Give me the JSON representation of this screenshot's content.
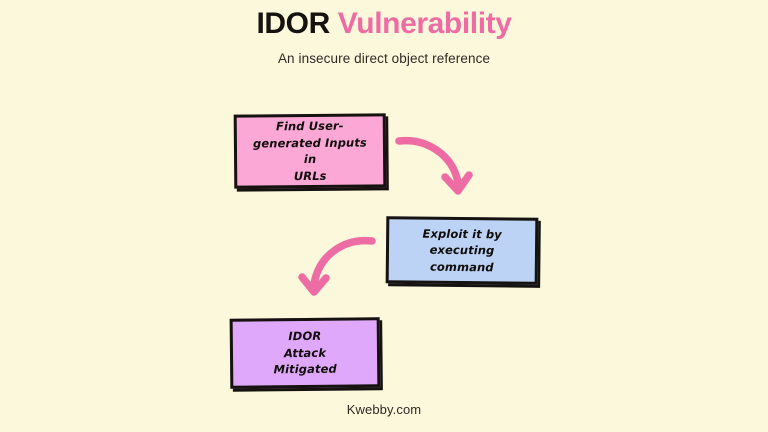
{
  "colors": {
    "background": "#FCF8DC",
    "title_accent": "#EE6CA4",
    "title_dark": "#15120F",
    "arrow": "#EE6CA4",
    "outline": "#15120F",
    "box_find": "#FBA8D6",
    "box_exploit": "#BDD3F5",
    "box_mitigated": "#E0A8FB"
  },
  "header": {
    "title_part_one": "IDOR",
    "title_part_two": "Vulnerability",
    "subtitle": "An insecure direct object reference"
  },
  "flow": {
    "steps": [
      {
        "id": "find-inputs",
        "text": "Find User-\ngenerated Inputs in\nURLs",
        "color": "#FBA8D6"
      },
      {
        "id": "exploit",
        "text": "Exploit it by\nexecuting command",
        "color": "#BDD3F5"
      },
      {
        "id": "mitigated",
        "text": "IDOR\nAttack\nMitigated",
        "color": "#E0A8FB"
      }
    ],
    "connectors": [
      {
        "id": "arrow-find-to-exploit",
        "direction": "down-right"
      },
      {
        "id": "arrow-exploit-to-mitigated",
        "direction": "down-left"
      }
    ]
  },
  "footer": {
    "attribution": "Kwebby.com"
  }
}
